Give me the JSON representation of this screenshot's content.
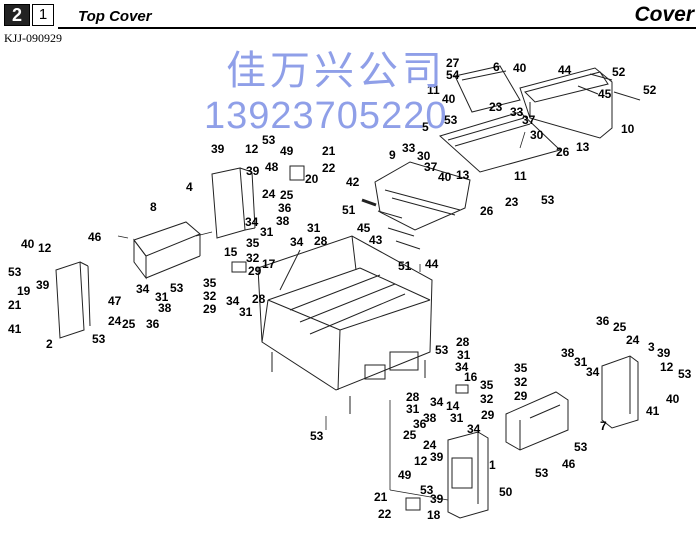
{
  "header": {
    "section_number": "2",
    "sub_number": "1",
    "title": "Top Cover",
    "category": "Cover",
    "model_code": "KJJ-090929"
  },
  "watermark": {
    "line1": "佳万兴公司",
    "line2": "13923705220"
  },
  "callouts": [
    {
      "id": "c1",
      "text": "27"
    },
    {
      "id": "c2",
      "text": "54"
    },
    {
      "id": "c3",
      "text": "6"
    },
    {
      "id": "c4",
      "text": "40"
    },
    {
      "id": "c5",
      "text": "44"
    },
    {
      "id": "c6",
      "text": "52"
    },
    {
      "id": "c7",
      "text": "45"
    },
    {
      "id": "c8",
      "text": "52"
    },
    {
      "id": "c9",
      "text": "11"
    },
    {
      "id": "c10",
      "text": "40"
    },
    {
      "id": "c11",
      "text": "23"
    },
    {
      "id": "c12",
      "text": "33"
    },
    {
      "id": "c13",
      "text": "53"
    },
    {
      "id": "c14",
      "text": "5"
    },
    {
      "id": "c15",
      "text": "37"
    },
    {
      "id": "c16",
      "text": "30"
    },
    {
      "id": "c17",
      "text": "10"
    },
    {
      "id": "c18",
      "text": "26"
    },
    {
      "id": "c19",
      "text": "13"
    },
    {
      "id": "c20",
      "text": "53"
    },
    {
      "id": "c21",
      "text": "39"
    },
    {
      "id": "c22",
      "text": "12"
    },
    {
      "id": "c23",
      "text": "49"
    },
    {
      "id": "c24",
      "text": "21"
    },
    {
      "id": "c25",
      "text": "48"
    },
    {
      "id": "c26",
      "text": "39"
    },
    {
      "id": "c27",
      "text": "22"
    },
    {
      "id": "c28",
      "text": "20"
    },
    {
      "id": "c29",
      "text": "4"
    },
    {
      "id": "c30",
      "text": "24"
    },
    {
      "id": "c31",
      "text": "25"
    },
    {
      "id": "c32",
      "text": "36"
    },
    {
      "id": "c33",
      "text": "38"
    },
    {
      "id": "c34",
      "text": "34"
    },
    {
      "id": "c35",
      "text": "31"
    },
    {
      "id": "c36",
      "text": "33"
    },
    {
      "id": "c37",
      "text": "9"
    },
    {
      "id": "c38",
      "text": "30"
    },
    {
      "id": "c39",
      "text": "37"
    },
    {
      "id": "c40",
      "text": "40"
    },
    {
      "id": "c41",
      "text": "13"
    },
    {
      "id": "c42",
      "text": "11"
    },
    {
      "id": "c43",
      "text": "42"
    },
    {
      "id": "c44",
      "text": "26"
    },
    {
      "id": "c45",
      "text": "23"
    },
    {
      "id": "c46",
      "text": "53"
    },
    {
      "id": "c47",
      "text": "51"
    },
    {
      "id": "c48",
      "text": "45"
    },
    {
      "id": "c49",
      "text": "43"
    },
    {
      "id": "c50",
      "text": "51"
    },
    {
      "id": "c51",
      "text": "44"
    },
    {
      "id": "c52",
      "text": "8"
    },
    {
      "id": "c53",
      "text": "46"
    },
    {
      "id": "c54",
      "text": "40"
    },
    {
      "id": "c55",
      "text": "12"
    },
    {
      "id": "c56",
      "text": "53"
    },
    {
      "id": "c57",
      "text": "39"
    },
    {
      "id": "c58",
      "text": "19"
    },
    {
      "id": "c59",
      "text": "21"
    },
    {
      "id": "c60",
      "text": "41"
    },
    {
      "id": "c61",
      "text": "2"
    },
    {
      "id": "c62",
      "text": "53"
    },
    {
      "id": "c63",
      "text": "47"
    },
    {
      "id": "c64",
      "text": "24"
    },
    {
      "id": "c65",
      "text": "25"
    },
    {
      "id": "c66",
      "text": "36"
    },
    {
      "id": "c67",
      "text": "34"
    },
    {
      "id": "c68",
      "text": "31"
    },
    {
      "id": "c69",
      "text": "38"
    },
    {
      "id": "c70",
      "text": "53"
    },
    {
      "id": "c71",
      "text": "35"
    },
    {
      "id": "c72",
      "text": "34"
    },
    {
      "id": "c73",
      "text": "31"
    },
    {
      "id": "c74",
      "text": "28"
    },
    {
      "id": "c75",
      "text": "15"
    },
    {
      "id": "c76",
      "text": "32"
    },
    {
      "id": "c77",
      "text": "17"
    },
    {
      "id": "c78",
      "text": "29"
    },
    {
      "id": "c79",
      "text": "35"
    },
    {
      "id": "c80",
      "text": "32"
    },
    {
      "id": "c81",
      "text": "34"
    },
    {
      "id": "c82",
      "text": "28"
    },
    {
      "id": "c83",
      "text": "29"
    },
    {
      "id": "c84",
      "text": "31"
    },
    {
      "id": "c85",
      "text": "28"
    },
    {
      "id": "c86",
      "text": "53"
    },
    {
      "id": "c87",
      "text": "31"
    },
    {
      "id": "c88",
      "text": "34"
    },
    {
      "id": "c89",
      "text": "16"
    },
    {
      "id": "c90",
      "text": "35"
    },
    {
      "id": "c91",
      "text": "35"
    },
    {
      "id": "c92",
      "text": "32"
    },
    {
      "id": "c93",
      "text": "28"
    },
    {
      "id": "c94",
      "text": "31"
    },
    {
      "id": "c95",
      "text": "34"
    },
    {
      "id": "c96",
      "text": "14"
    },
    {
      "id": "c97",
      "text": "32"
    },
    {
      "id": "c98",
      "text": "29"
    },
    {
      "id": "c99",
      "text": "29"
    },
    {
      "id": "c100",
      "text": "38"
    },
    {
      "id": "c101",
      "text": "31"
    },
    {
      "id": "c102",
      "text": "36"
    },
    {
      "id": "c103",
      "text": "34"
    },
    {
      "id": "c104",
      "text": "25"
    },
    {
      "id": "c105",
      "text": "24"
    },
    {
      "id": "c106",
      "text": "53"
    },
    {
      "id": "c107",
      "text": "12"
    },
    {
      "id": "c108",
      "text": "39"
    },
    {
      "id": "c109",
      "text": "1"
    },
    {
      "id": "c110",
      "text": "49"
    },
    {
      "id": "c111",
      "text": "53"
    },
    {
      "id": "c112",
      "text": "39"
    },
    {
      "id": "c113",
      "text": "50"
    },
    {
      "id": "c114",
      "text": "21"
    },
    {
      "id": "c115",
      "text": "22"
    },
    {
      "id": "c116",
      "text": "18"
    },
    {
      "id": "c117",
      "text": "36"
    },
    {
      "id": "c118",
      "text": "25"
    },
    {
      "id": "c119",
      "text": "38"
    },
    {
      "id": "c120",
      "text": "31"
    },
    {
      "id": "c121",
      "text": "34"
    },
    {
      "id": "c122",
      "text": "24"
    },
    {
      "id": "c123",
      "text": "3"
    },
    {
      "id": "c124",
      "text": "39"
    },
    {
      "id": "c125",
      "text": "12"
    },
    {
      "id": "c126",
      "text": "53"
    },
    {
      "id": "c127",
      "text": "40"
    },
    {
      "id": "c128",
      "text": "41"
    },
    {
      "id": "c129",
      "text": "7"
    },
    {
      "id": "c130",
      "text": "53"
    },
    {
      "id": "c131",
      "text": "46"
    },
    {
      "id": "c132",
      "text": "53"
    }
  ]
}
